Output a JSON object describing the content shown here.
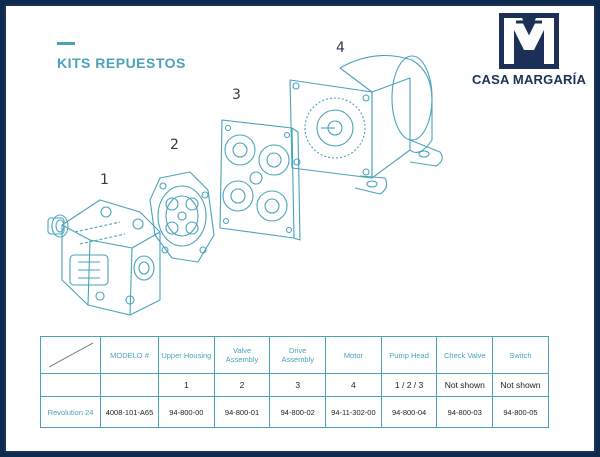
{
  "header": {
    "title": "KITS REPUESTOS"
  },
  "brand": {
    "name": "CASA MARGARÍA",
    "colors": {
      "navy": "#1b2f57",
      "accent": "#4aa3bb"
    }
  },
  "diagram": {
    "callouts": [
      "1",
      "2",
      "3",
      "4"
    ]
  },
  "table": {
    "model_header": "MODELO #",
    "columns": [
      "Upper Housing",
      "Valve Assembly",
      "Drive Assembly",
      "Motor",
      "Pump Head",
      "Check Valve",
      "Switch"
    ],
    "ref_numbers": [
      "1",
      "2",
      "3",
      "4",
      "1 / 2 / 3",
      "Not shown",
      "Not shown"
    ],
    "rows": [
      {
        "label": "Revolution 24",
        "model": "4008-101-A65",
        "parts": [
          "94-800-00",
          "94-800-01",
          "94-800-02",
          "94-11-302-00",
          "94-800-04",
          "94-800-03",
          "94-800-05"
        ]
      }
    ]
  }
}
